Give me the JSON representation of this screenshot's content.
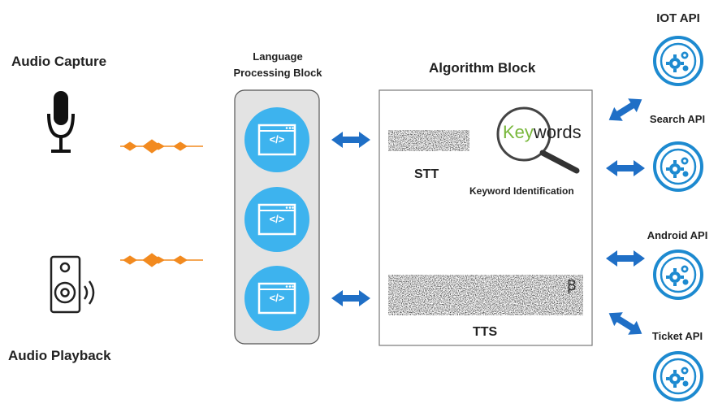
{
  "audio_capture": {
    "label": "Audio Capture",
    "icon": "microphone-icon"
  },
  "audio_playback": {
    "label": "Audio Playback",
    "icon": "speaker-icon"
  },
  "language_block": {
    "title_line1": "Language",
    "title_line2": "Processing Block",
    "modules": [
      {
        "glyph": "</>"
      },
      {
        "glyph": "</>"
      },
      {
        "glyph": "</>"
      }
    ]
  },
  "algorithm_block": {
    "title": "Algorithm Block",
    "stt_label": "STT",
    "keyword_label": "Keyword Identification",
    "keywords_prefix": "Key",
    "keywords_suffix": "words",
    "tts_label": "TTS"
  },
  "apis": [
    {
      "label": "IOT API",
      "icon": "gears-icon"
    },
    {
      "label": "Search API",
      "icon": "gears-icon"
    },
    {
      "label": "Android API",
      "icon": "gears-icon"
    },
    {
      "label": "Ticket API",
      "icon": "gears-icon"
    }
  ],
  "colors": {
    "circle": "#3db3ee",
    "arrow": "#1f6fc6",
    "wave": "#f28a1f",
    "api_ring": "#1d8ad0",
    "block_bg": "#e3e3e3",
    "keywords_green": "#79b83c"
  }
}
